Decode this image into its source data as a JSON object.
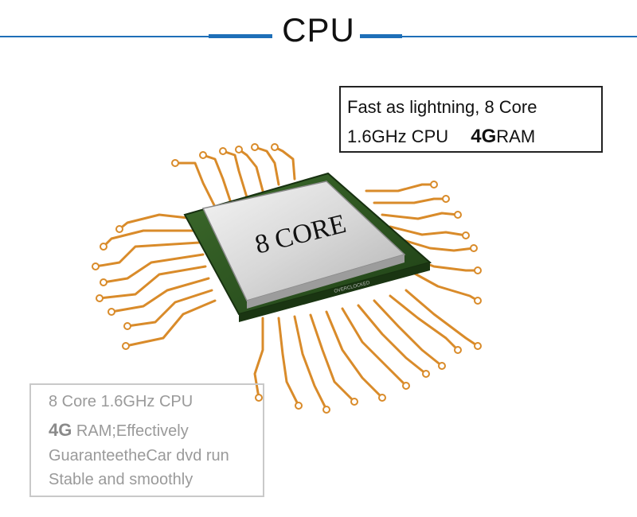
{
  "header": {
    "title": "CPU"
  },
  "callout": {
    "line1_a": "Fast as lightning",
    "line1_sep": ",",
    "line1_b": " 8 Core",
    "line2_a": "1.6GHz CPU",
    "line2_big": "4G",
    "line2_b": "RAM"
  },
  "chip": {
    "label": "8 CORE",
    "small_print": "OVERCLOCKED"
  },
  "description": {
    "line1_a": "8 Core",
    "line1_b": " 1.6GHz CPU",
    "line2_big": "4G",
    "line2_b": " RAM;Effectively",
    "line3": "GuaranteetheCar dvd run",
    "line4": "Stable and smoothly"
  },
  "colors": {
    "accent": "#1e6fb8",
    "trace": "#d98b2a",
    "pcb": "#2e5a24"
  }
}
